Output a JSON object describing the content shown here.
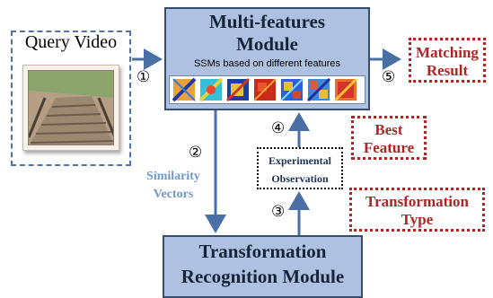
{
  "query": {
    "title": "Query Video"
  },
  "multi_features_module": {
    "title_line1": "Multi-features",
    "title_line2": "Module",
    "ssm_label": "SSMs based on different features"
  },
  "transformation_module": {
    "title_line1": "Transformation",
    "title_line2": "Recognition Module"
  },
  "outputs": {
    "matching_result_line1": "Matching",
    "matching_result_line2": "Result",
    "best_feature_line1": "Best",
    "best_feature_line2": "Feature",
    "transformation_type_line1": "Transformation",
    "transformation_type_line2": "Type"
  },
  "experimental_observation": {
    "line1": "Experimental",
    "line2": "Observation"
  },
  "similarity_vectors": {
    "line1": "Similarity",
    "line2": "Vectors"
  },
  "steps": [
    "①",
    "②",
    "③",
    "④",
    "⑤"
  ],
  "colors": {
    "module_fill": "#aec1e0",
    "module_border": "#344e72",
    "arrow": "#4a6fa5",
    "red_label": "#b02424",
    "similarity_text": "#6f98cc",
    "query_border": "#4f74a8"
  }
}
